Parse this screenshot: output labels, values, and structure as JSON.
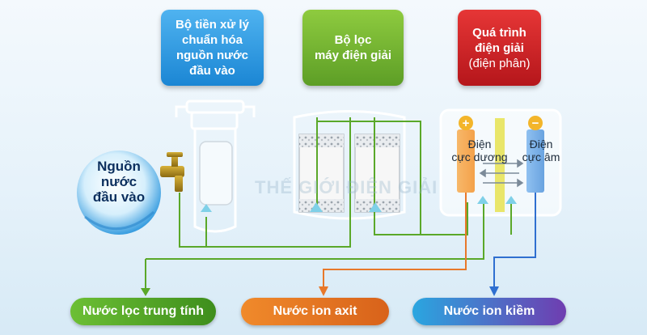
{
  "stages": {
    "pretreatment": [
      "Bộ tiền xử lý",
      "chuẩn hóa",
      "nguồn nước",
      "đầu vào"
    ],
    "filter": [
      "Bộ lọc",
      "máy điện giải"
    ],
    "electrolysis": [
      "Quá trình",
      "điện giải",
      "(điện phân)"
    ]
  },
  "source": [
    "Nguồn",
    "nước",
    "đầu vào"
  ],
  "electrodes": {
    "anode": [
      "Điện",
      "cực dương"
    ],
    "cathode": [
      "Điện",
      "cực âm"
    ],
    "anode_sign": "+",
    "cathode_sign": "−"
  },
  "outputs": {
    "neutral": "Nước lọc trung tính",
    "acid": "Nước ion axit",
    "alkaline": "Nước ion kiềm"
  },
  "watermark": "THẾ GIỚI ĐIỆN GIẢI",
  "colors": {
    "neutral": "#5aa829",
    "acid": "#e8782a",
    "alkaline": "#2f6fd0",
    "flow": "#7fd0e8"
  }
}
